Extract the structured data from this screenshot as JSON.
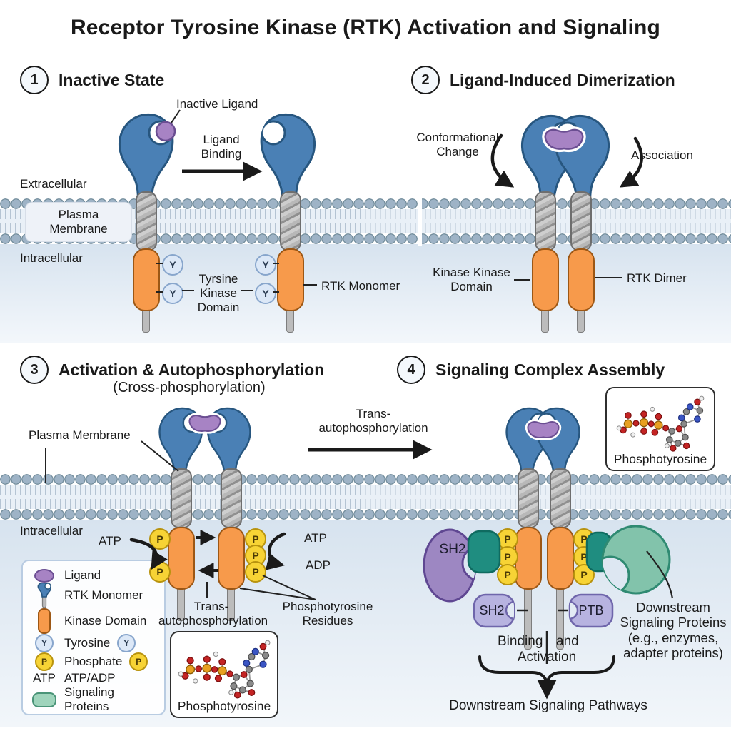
{
  "title": "Receptor Tyrosine Kinase (RTK) Activation and Signaling",
  "glyphs": {
    "Y": "Y",
    "P": "P"
  },
  "p1": {
    "num": "1",
    "heading": "Inactive State",
    "inactive_ligand": "Inactive Ligand",
    "ligand_binding": "Ligand\nBinding",
    "extracellular": "Extracellular",
    "plasma_membrane": "Plasma\nMembrane",
    "intracellular": "Intracellular",
    "kinase_label": "Tyrsine\nKinase\nDomain",
    "rtk_monomer": "RTK Monomer"
  },
  "p2": {
    "num": "2",
    "heading": "Ligand-Induced Dimerization",
    "conformational": "Conformational\nChange",
    "association": "Association",
    "kinase_label": "Kinase Kinase\nDomain",
    "rtk_dimer": "RTK Dimer"
  },
  "p3": {
    "num": "3",
    "heading": "Activation & Autophosphorylation",
    "subheading": "(Cross-phosphorylation)",
    "plasma_membrane": "Plasma Membrane",
    "intracellular": "Intracellular",
    "trans_arrow": "Trans-\nautophosphorylation",
    "atp_left": "ATP",
    "atp_right": "ATP",
    "adp": "ADP",
    "trans_label": "Trans-\nautophosphorylation",
    "residues": "Phosphotyrosine\nResidues",
    "inset_label": "Phosphotyrosine"
  },
  "p4": {
    "num": "4",
    "heading": "Signaling Complex Assembly",
    "sh2_big": "SH2",
    "sh2_small": "SH2",
    "ptb": "PTB",
    "downstream_proteins": "Downstream\nSignaling Proteins\n(e.g., enzymes,\nadapter proteins)",
    "binding_word": "Binding",
    "and_word": "and",
    "activation_word": "Activation",
    "pathways": "Downstream Signaling Pathways",
    "inset_label": "Phosphotyrosine"
  },
  "legend": {
    "atp_icon_text": "ATP",
    "items": [
      {
        "icon": "ligand-icon",
        "label": "Ligand"
      },
      {
        "icon": "rtk-monomer-icon",
        "label": "RTK Monomer"
      },
      {
        "icon": "kinase-domain-icon",
        "label": "Kinase Domain"
      },
      {
        "icon": "tyrosine-icon",
        "label": "Tyrosine"
      },
      {
        "icon": "phosphate-icon",
        "label": "Phosphate"
      },
      {
        "icon": "atp-text-icon",
        "label": "ATP/ADP"
      },
      {
        "icon": "signaling-proteins-icon",
        "label": "Signaling Proteins"
      }
    ]
  },
  "colors": {
    "receptor_blue": "#4a80b5",
    "kinase_orange": "#f79a4b",
    "ligand_purple": "#a783c4",
    "phosphate_yellow": "#f7d335",
    "tyrosine_blue": "#dce8f7",
    "signaling_green": "#82c3ab",
    "sh2_purple": "#9d87c2",
    "adapter_lavender": "#b7b3e0",
    "connector_teal": "#1f8d80",
    "membrane_gray": "#9eb3c6"
  }
}
